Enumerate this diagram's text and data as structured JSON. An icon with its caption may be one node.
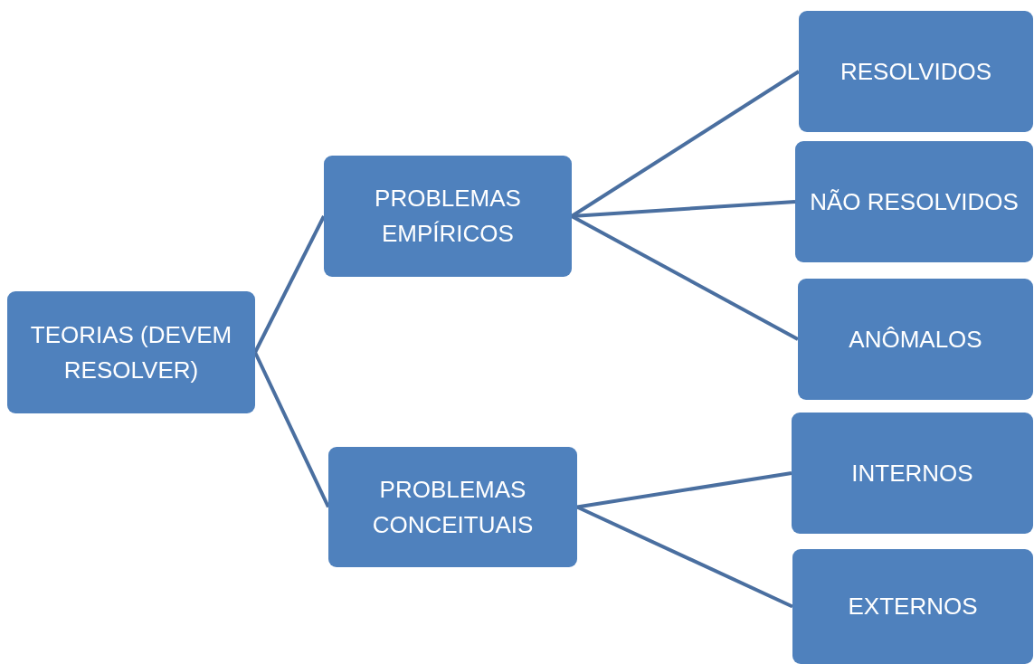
{
  "diagram": {
    "nodes": [
      {
        "text": [
          "TEORIAS (DEVEM RESOLVER)"
        ]
      },
      {
        "text": [
          "PROBLEMAS EMPÍRICOS"
        ]
      },
      {
        "text": [
          "PROBLEMAS CONCEITUAIS"
        ]
      },
      {
        "text": [
          "RESOLVIDOS"
        ]
      },
      {
        "text": [
          "NÃO RESOLVIDOS"
        ]
      },
      {
        "text": [
          "ANÔMALOS"
        ]
      },
      {
        "text": [
          "INTERNOS"
        ]
      },
      {
        "text": [
          "EXTERNOS"
        ]
      }
    ],
    "edges": [
      {
        "from": 0,
        "to": 1,
        "arrow": "none"
      },
      {
        "from": 0,
        "to": 2,
        "arrow": "none"
      },
      {
        "from": 1,
        "to": 3,
        "arrow": "none"
      },
      {
        "from": 1,
        "to": 4,
        "arrow": "none"
      },
      {
        "from": 1,
        "to": 5,
        "arrow": "none"
      },
      {
        "from": 2,
        "to": 6,
        "arrow": "none"
      },
      {
        "from": 2,
        "to": 7,
        "arrow": "none"
      }
    ]
  }
}
